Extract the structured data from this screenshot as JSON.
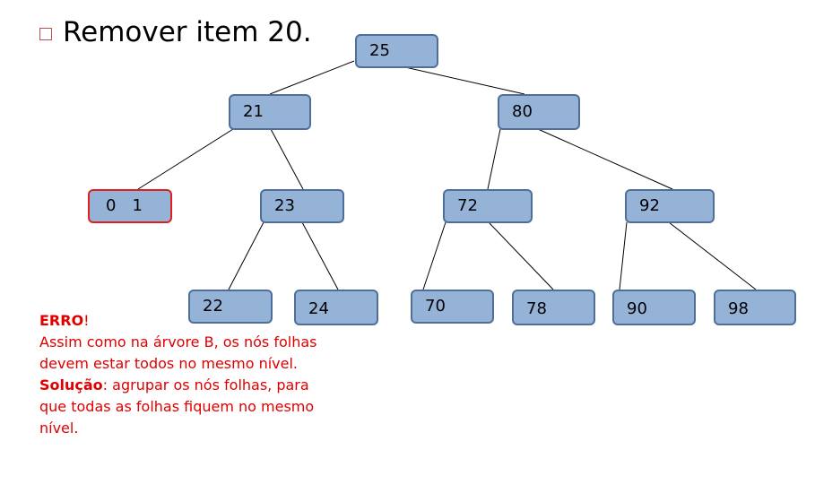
{
  "heading": {
    "text": "Remover item 20."
  },
  "tree": {
    "root": {
      "keys": [
        "25"
      ]
    },
    "level1": [
      {
        "keys": [
          "21"
        ]
      },
      {
        "keys": [
          "80"
        ]
      }
    ],
    "level2": [
      {
        "keys": [
          "0",
          "1"
        ],
        "highlight": "error"
      },
      {
        "keys": [
          "23"
        ]
      },
      {
        "keys": [
          "72"
        ]
      },
      {
        "keys": [
          "92"
        ]
      }
    ],
    "level3": [
      {
        "keys": [
          "22"
        ]
      },
      {
        "keys": [
          "24"
        ]
      },
      {
        "keys": [
          "70"
        ]
      },
      {
        "keys": [
          "78"
        ]
      },
      {
        "keys": [
          "90"
        ]
      },
      {
        "keys": [
          "98"
        ]
      }
    ]
  },
  "colors": {
    "node_fill": "#95b3d7",
    "node_border": "#4f6f9a",
    "error_border": "#e02020",
    "note_text": "#e00000"
  },
  "note": {
    "error_title": "ERRO",
    "error_mark": "!",
    "error_text": "Assim como na árvore B, os nós folhas devem estar todos no mesmo nível.",
    "solution_title": "Solução",
    "solution_text": ": agrupar os nós folhas, para que todas as folhas fiquem no mesmo nível."
  }
}
